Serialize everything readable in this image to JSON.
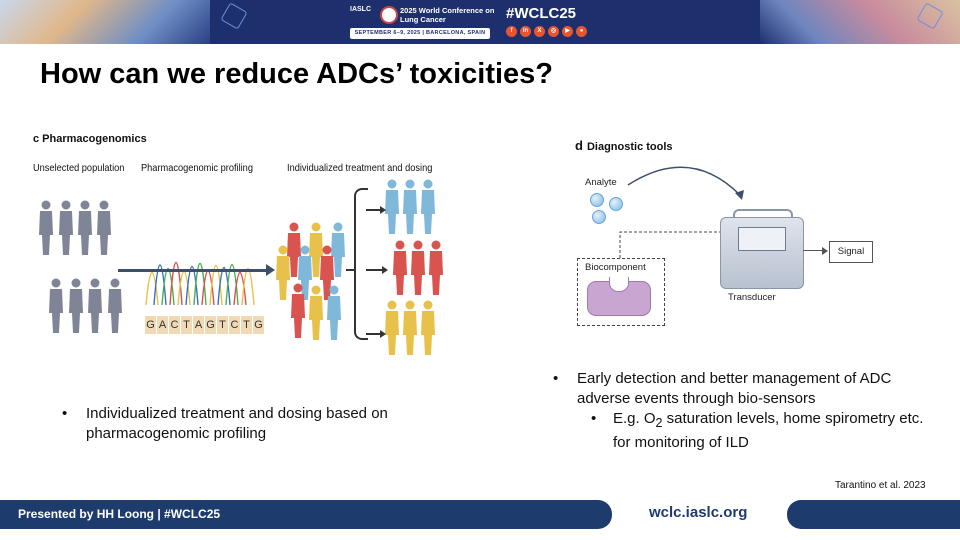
{
  "banner": {
    "org": "IASLC",
    "conference_title": "2025 World Conference on Lung Cancer",
    "date_location": "SEPTEMBER 6–9, 2025  |  BARCELONA, SPAIN",
    "hashtag": "#WCLC25",
    "social_icons": [
      "facebook-icon",
      "linkedin-icon",
      "x-icon",
      "instagram-icon",
      "youtube-icon",
      "wechat-icon"
    ],
    "social_color": "#e8542e"
  },
  "slide": {
    "title": "How can we reduce ADCs’ toxicities?",
    "panel_c": {
      "label": "c Pharmacogenomics",
      "columns": [
        "Unselected population",
        "Pharmacogenomic profiling",
        "Individualized treatment and dosing"
      ],
      "dna_sequence": [
        "G",
        "A",
        "C",
        "T",
        "A",
        "G",
        "T",
        "C",
        "T",
        "G"
      ],
      "colors": {
        "neutral": "#7f8597",
        "red": "#d9534f",
        "yellow": "#e8c14a",
        "blue": "#7fb8d9"
      }
    },
    "panel_d": {
      "letter": "d",
      "label": "Diagnostic tools",
      "analyte": "Analyte",
      "biocomponent": "Biocomponent",
      "transducer": "Transducer",
      "signal": "Signal"
    },
    "left_bullets": [
      "Individualized treatment and dosing based on pharmacogenomic profiling"
    ],
    "right_bullets": {
      "main": "Early detection and better management of ADC adverse events through bio-sensors",
      "sub_prefix": "E.g. O",
      "sub_subscript": "2",
      "sub_suffix": " saturation levels, home spirometry etc. for monitoring of ILD"
    },
    "citation": "Tarantino et al. 2023"
  },
  "footer": {
    "presenter": "Presented by HH Loong | #WCLC25",
    "url": "wclc.iaslc.org",
    "color": "#1e3b6e"
  }
}
